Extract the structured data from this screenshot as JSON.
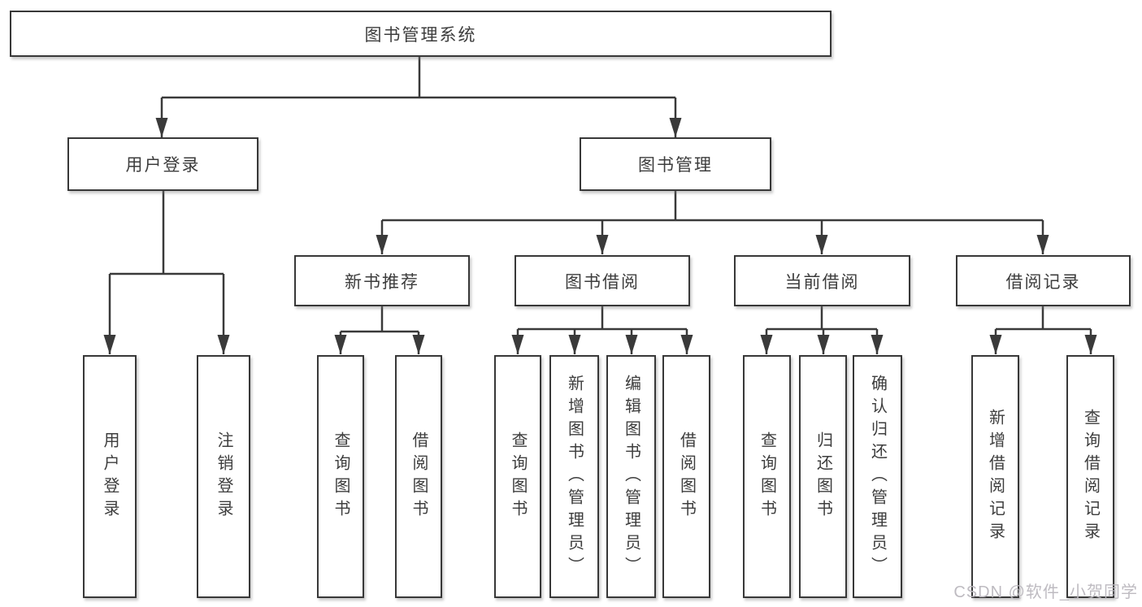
{
  "diagram": {
    "root": "图书管理系统",
    "level2": [
      "用户登录",
      "图书管理"
    ],
    "level3": [
      "新书推荐",
      "图书借阅",
      "当前借阅",
      "借阅记录"
    ],
    "leaves": {
      "login": [
        "用户登录",
        "注销登录"
      ],
      "newbook": [
        "查询图书",
        "借阅图书"
      ],
      "borrow": [
        "查询图书",
        "新增图书（管理员）",
        "编辑图书（管理员）",
        "借阅图书"
      ],
      "current": [
        "查询图书",
        "归还图书",
        "确认归还（管理员）"
      ],
      "records": [
        "新增借阅记录",
        "查询借阅记录"
      ]
    },
    "colors": {
      "line": "#3a3a3a",
      "text": "#3d3d3d",
      "box_border": "#383838",
      "watermark": "#bab7be",
      "background": "#ffffff"
    }
  },
  "watermark": "CSDN @软件_小贺同学"
}
